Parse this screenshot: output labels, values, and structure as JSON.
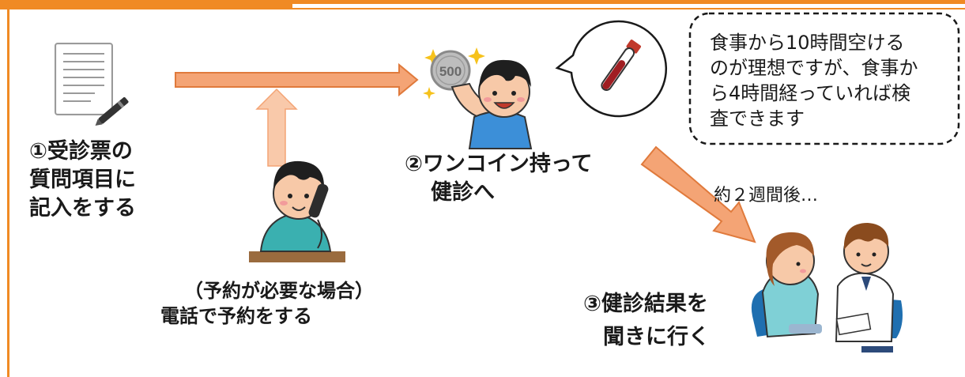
{
  "steps": {
    "step1": {
      "lines": [
        "①受診票の",
        "質問項目に",
        "記入をする"
      ]
    },
    "step2": {
      "lines": [
        "②ワンコイン持って",
        "健診へ"
      ]
    },
    "step3": {
      "lines": [
        "③健診結果を",
        "聞きに行く"
      ]
    },
    "reservation": {
      "lines": [
        "（予約が必要な場合）",
        "電話で予約をする"
      ]
    }
  },
  "callout": {
    "lines": [
      "食事から10時間空ける",
      "のが理想ですが、食事か",
      "ら4時間経っていれば検",
      "査できます"
    ]
  },
  "note": "約２週間後…",
  "coin_label": "500",
  "colors": {
    "accent": "#f08a24",
    "arrow_fill": "#f4a475",
    "arrow_fill_light": "#f9c9aa",
    "arrow_stroke": "#e07a3c"
  },
  "icons": [
    "form-pen-icon",
    "coin-person-icon",
    "blood-tube-icon",
    "phone-person-icon",
    "doctor-patient-icon"
  ]
}
